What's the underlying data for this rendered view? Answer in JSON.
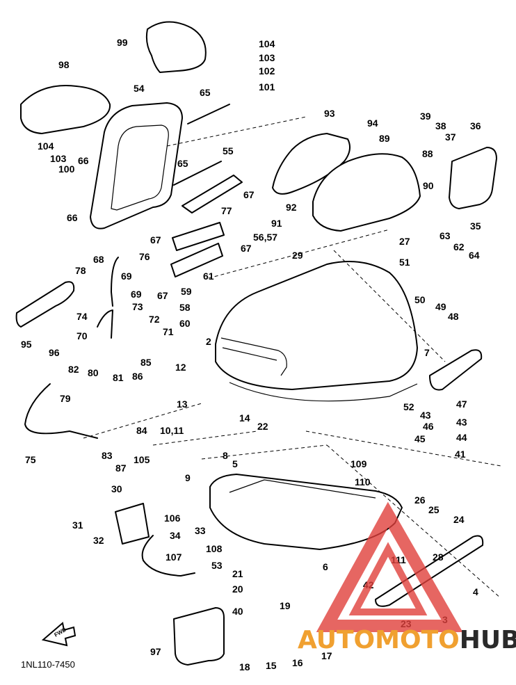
{
  "drawing_code": "1NL110-7450",
  "direction_arrow": "FWD",
  "watermark": {
    "text_a": "AUTO",
    "text_b": "MOTO",
    "text_c": "HUB",
    "color_a": "#f0a030",
    "color_b": "#f0a030",
    "color_c": "#2a2a2a",
    "logo_color": "#e0403c"
  },
  "labels": [
    {
      "id": "l99",
      "text": "99"
    },
    {
      "id": "l104a",
      "text": "104"
    },
    {
      "id": "l103a",
      "text": "103"
    },
    {
      "id": "l102",
      "text": "102"
    },
    {
      "id": "l101",
      "text": "101"
    },
    {
      "id": "l98",
      "text": "98"
    },
    {
      "id": "l54",
      "text": "54"
    },
    {
      "id": "l65a",
      "text": "65"
    },
    {
      "id": "l93",
      "text": "93"
    },
    {
      "id": "l94",
      "text": "94"
    },
    {
      "id": "l39",
      "text": "39"
    },
    {
      "id": "l38",
      "text": "38"
    },
    {
      "id": "l37",
      "text": "37"
    },
    {
      "id": "l36",
      "text": "36"
    },
    {
      "id": "l104b",
      "text": "104"
    },
    {
      "id": "l103b",
      "text": "103"
    },
    {
      "id": "l100",
      "text": "100"
    },
    {
      "id": "l66a",
      "text": "66"
    },
    {
      "id": "l65b",
      "text": "65"
    },
    {
      "id": "l55",
      "text": "55"
    },
    {
      "id": "l89",
      "text": "89"
    },
    {
      "id": "l88",
      "text": "88"
    },
    {
      "id": "l67a",
      "text": "67"
    },
    {
      "id": "l90",
      "text": "90"
    },
    {
      "id": "l35",
      "text": "35"
    },
    {
      "id": "l66b",
      "text": "66"
    },
    {
      "id": "l77",
      "text": "77"
    },
    {
      "id": "l92",
      "text": "92"
    },
    {
      "id": "l67b",
      "text": "67"
    },
    {
      "id": "l91",
      "text": "91"
    },
    {
      "id": "l56",
      "text": "56,57"
    },
    {
      "id": "l67c",
      "text": "67"
    },
    {
      "id": "l63",
      "text": "63"
    },
    {
      "id": "l27",
      "text": "27"
    },
    {
      "id": "l62",
      "text": "62"
    },
    {
      "id": "l68",
      "text": "68"
    },
    {
      "id": "l76",
      "text": "76"
    },
    {
      "id": "l29",
      "text": "29"
    },
    {
      "id": "l64",
      "text": "64"
    },
    {
      "id": "l78",
      "text": "78"
    },
    {
      "id": "l69a",
      "text": "69"
    },
    {
      "id": "l61",
      "text": "61"
    },
    {
      "id": "l51",
      "text": "51"
    },
    {
      "id": "l69b",
      "text": "69"
    },
    {
      "id": "l67d",
      "text": "67"
    },
    {
      "id": "l59",
      "text": "59"
    },
    {
      "id": "l50",
      "text": "50"
    },
    {
      "id": "l73",
      "text": "73"
    },
    {
      "id": "l49",
      "text": "49"
    },
    {
      "id": "l74",
      "text": "74"
    },
    {
      "id": "l58",
      "text": "58"
    },
    {
      "id": "l48",
      "text": "48"
    },
    {
      "id": "l72",
      "text": "72"
    },
    {
      "id": "l60",
      "text": "60"
    },
    {
      "id": "l70",
      "text": "70"
    },
    {
      "id": "l71",
      "text": "71"
    },
    {
      "id": "l95",
      "text": "95"
    },
    {
      "id": "l96",
      "text": "96"
    },
    {
      "id": "l2",
      "text": "2"
    },
    {
      "id": "l7",
      "text": "7"
    },
    {
      "id": "l85",
      "text": "85"
    },
    {
      "id": "l82",
      "text": "82"
    },
    {
      "id": "l80",
      "text": "80"
    },
    {
      "id": "l12",
      "text": "12"
    },
    {
      "id": "l81",
      "text": "81"
    },
    {
      "id": "l86",
      "text": "86"
    },
    {
      "id": "l79",
      "text": "79"
    },
    {
      "id": "l13",
      "text": "13"
    },
    {
      "id": "l47",
      "text": "47"
    },
    {
      "id": "l52",
      "text": "52"
    },
    {
      "id": "l14",
      "text": "14"
    },
    {
      "id": "l43a",
      "text": "43"
    },
    {
      "id": "l84",
      "text": "84"
    },
    {
      "id": "l46",
      "text": "46"
    },
    {
      "id": "l43b",
      "text": "43"
    },
    {
      "id": "l22",
      "text": "22"
    },
    {
      "id": "l10",
      "text": "10,11"
    },
    {
      "id": "l45",
      "text": "45"
    },
    {
      "id": "l44",
      "text": "44"
    },
    {
      "id": "l83",
      "text": "83"
    },
    {
      "id": "l87",
      "text": "87"
    },
    {
      "id": "l8",
      "text": "8"
    },
    {
      "id": "l41",
      "text": "41"
    },
    {
      "id": "l75",
      "text": "75"
    },
    {
      "id": "l105",
      "text": "105"
    },
    {
      "id": "l5",
      "text": "5"
    },
    {
      "id": "l109",
      "text": "109"
    },
    {
      "id": "l9",
      "text": "9"
    },
    {
      "id": "l110",
      "text": "110"
    },
    {
      "id": "l30",
      "text": "30"
    },
    {
      "id": "l26",
      "text": "26"
    },
    {
      "id": "l25",
      "text": "25"
    },
    {
      "id": "l24",
      "text": "24"
    },
    {
      "id": "l106",
      "text": "106"
    },
    {
      "id": "l31",
      "text": "31"
    },
    {
      "id": "l32",
      "text": "32"
    },
    {
      "id": "l33",
      "text": "33"
    },
    {
      "id": "l34",
      "text": "34"
    },
    {
      "id": "l108",
      "text": "108"
    },
    {
      "id": "l107",
      "text": "107"
    },
    {
      "id": "l53",
      "text": "53"
    },
    {
      "id": "l111",
      "text": "111"
    },
    {
      "id": "l28",
      "text": "28"
    },
    {
      "id": "l6",
      "text": "6"
    },
    {
      "id": "l42",
      "text": "42"
    },
    {
      "id": "l21",
      "text": "21"
    },
    {
      "id": "l20",
      "text": "20"
    },
    {
      "id": "l19",
      "text": "19"
    },
    {
      "id": "l4",
      "text": "4"
    },
    {
      "id": "l40",
      "text": "40"
    },
    {
      "id": "l3",
      "text": "3"
    },
    {
      "id": "l23",
      "text": "23"
    },
    {
      "id": "l97",
      "text": "97"
    },
    {
      "id": "l18",
      "text": "18"
    },
    {
      "id": "l15",
      "text": "15"
    },
    {
      "id": "l16",
      "text": "16"
    },
    {
      "id": "l17",
      "text": "17"
    }
  ]
}
